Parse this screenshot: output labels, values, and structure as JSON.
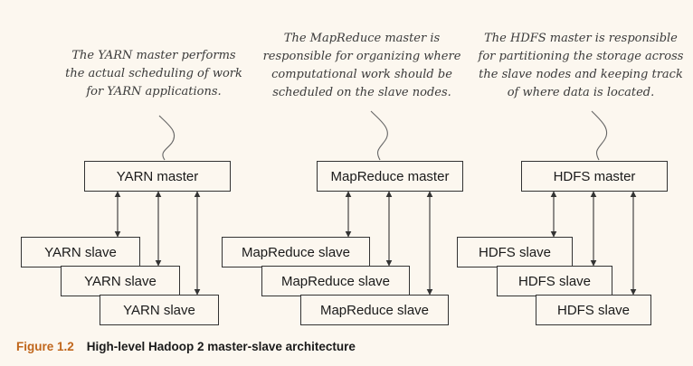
{
  "notes": [
    "The YARN master performs the actual scheduling of work for YARN applications.",
    "The MapReduce master is responsible for organizing where computational work should be scheduled on the slave nodes.",
    "The HDFS master is responsible for partitioning the storage across the slave nodes and keeping track of where data is located."
  ],
  "notes_lines": [
    [
      "The YARN master performs",
      "the actual scheduling of work",
      "for YARN applications."
    ],
    [
      "The MapReduce master is",
      "responsible for organizing where",
      "computational work should be",
      "scheduled on the slave nodes."
    ],
    [
      "The HDFS master is responsible",
      "for partitioning the storage across",
      "the slave nodes and keeping track",
      "of where data is located."
    ]
  ],
  "groups": [
    {
      "master": "YARN master",
      "slaves": [
        "YARN slave",
        "YARN slave",
        "YARN slave"
      ]
    },
    {
      "master": "MapReduce master",
      "slaves": [
        "MapReduce slave",
        "MapReduce slave",
        "MapReduce slave"
      ]
    },
    {
      "master": "HDFS master",
      "slaves": [
        "HDFS slave",
        "HDFS slave",
        "HDFS slave"
      ]
    }
  ],
  "caption": {
    "number": "Figure 1.2",
    "text": "High-level Hadoop 2 master-slave architecture"
  },
  "colors": {
    "background": "#fcf7ef",
    "caption_number": "#c0661b",
    "line": "#333333"
  }
}
